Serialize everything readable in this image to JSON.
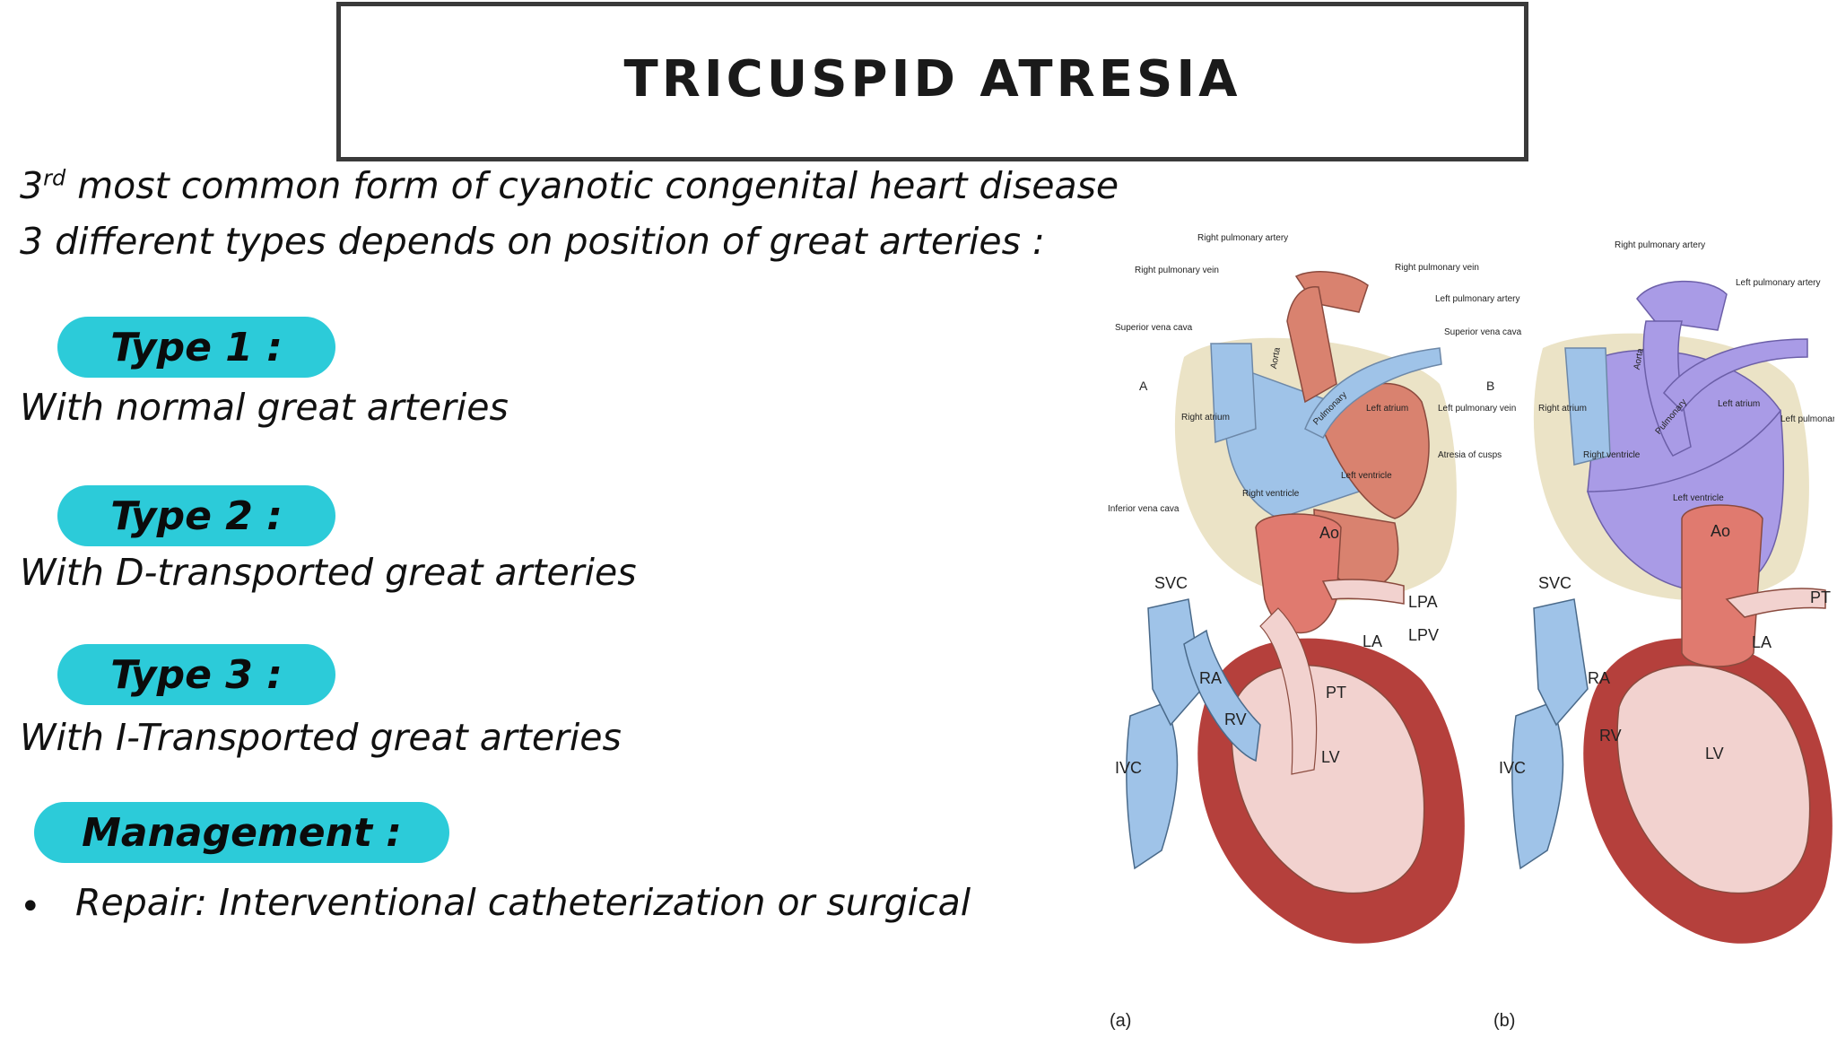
{
  "title": "TRICUSPID ATRESIA",
  "intro": {
    "line1_prefix": "3",
    "line1_sup": "rd",
    "line1_rest": " most common form of cyanotic congenital heart disease",
    "line2": "3 different types depends on position of great arteries :"
  },
  "types": [
    {
      "label": "Type 1 :",
      "desc": "With normal great arteries"
    },
    {
      "label": "Type 2 :",
      "desc": "With D-transported great arteries"
    },
    {
      "label": "Type 3 :",
      "desc": "With I-Transported great arteries"
    }
  ],
  "management": {
    "label": "Management :",
    "bullet_symbol": "•",
    "item": "Repair: Interventional catheterization or surgical"
  },
  "figure": {
    "top": {
      "panel_a_letter": "A",
      "panel_b_letter": "B",
      "a_labels": {
        "right_pulmonary_artery": "Right pulmonary artery",
        "right_pulmonary_vein": "Right pulmonary vein",
        "superior_vena_cava": "Superior vena cava",
        "aorta": "Aorta",
        "pulmonary": "Pulmonary",
        "left_atrium": "Left atrium",
        "right_atrium": "Right atrium",
        "left_ventricle": "Left ventricle",
        "right_ventricle": "Right ventricle",
        "inferior_vena_cava": "Inferior vena cava"
      },
      "middle_labels": {
        "right_pulmonary_vein": "Right pulmonary vein",
        "left_pulmonary_artery": "Left pulmonary artery",
        "superior_vena_cava": "Superior vena cava",
        "left_pulmonary_vein": "Left pulmonary vein",
        "atresia_of_cusps": "Atresia of cusps"
      },
      "b_labels": {
        "right_pulmonary_artery": "Right pulmonary artery",
        "left_pulmonary_artery": "Left pulmonary artery",
        "aorta": "Aorta",
        "pulmonary": "Pulmonary",
        "left_atrium": "Left atrium",
        "right_atrium": "Right atrium",
        "right_ventricle": "Right ventricle",
        "left_ventricle": "Left ventricle",
        "left_pulmonary_vein": "Left pulmonary vein"
      }
    },
    "bottom": {
      "a": {
        "caption": "(a)",
        "ao": "Ao",
        "svc": "SVC",
        "lpa": "LPA",
        "lpv": "LPV",
        "la": "LA",
        "ra": "RA",
        "pt": "PT",
        "rv": "RV",
        "lv": "LV",
        "ivc": "IVC"
      },
      "b": {
        "caption": "(b)",
        "ao": "Ao",
        "svc": "SVC",
        "pt": "PT",
        "la": "LA",
        "ra": "RA",
        "rv": "RV",
        "lv": "LV",
        "ivc": "IVC"
      }
    }
  },
  "colors": {
    "pill": "#2ccbd9",
    "venous_blue": "#9fc3e8",
    "arterial_red": "#d9826f",
    "mixed_purple": "#a99be6",
    "myocardium_tan": "#ebe3c6",
    "heart_red": "#b5403c"
  }
}
